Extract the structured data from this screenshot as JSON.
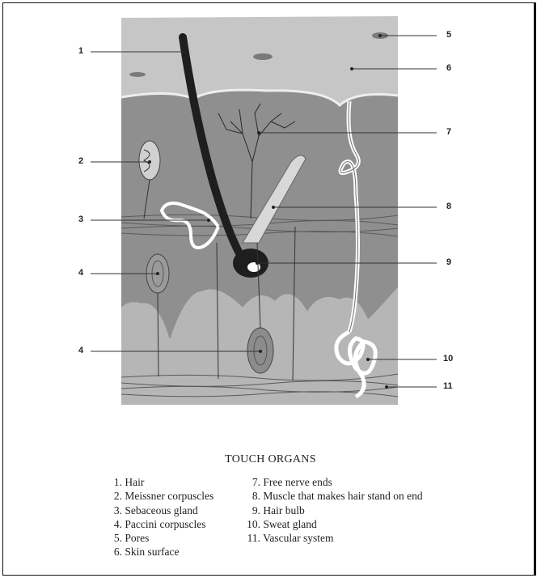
{
  "figure": {
    "title": "TOUCH ORGANS",
    "callouts": [
      "1",
      "2",
      "3",
      "4",
      "4",
      "5",
      "6",
      "7",
      "8",
      "9",
      "10",
      "11"
    ]
  },
  "legend": {
    "left": [
      {
        "num": "1.",
        "label": "Hair"
      },
      {
        "num": "2.",
        "label": "Meissner corpuscles"
      },
      {
        "num": "3.",
        "label": "Sebaceous gland"
      },
      {
        "num": "4.",
        "label": "Paccini corpuscles"
      },
      {
        "num": "5.",
        "label": "Pores"
      },
      {
        "num": "6.",
        "label": "Skin surface"
      }
    ],
    "right": [
      {
        "num": "7.",
        "label": "Free nerve ends"
      },
      {
        "num": "8.",
        "label": "Muscle that makes hair stand on end"
      },
      {
        "num": "9.",
        "label": "Hair bulb"
      },
      {
        "num": "10.",
        "label": "Sweat gland"
      },
      {
        "num": "11.",
        "label": "Vascular system"
      }
    ]
  },
  "colors": {
    "epidermis": "#bfbfbf",
    "dermis": "#909090",
    "deep": "#b4b4b4",
    "hair": "#1e1e1e",
    "gland": "#ffffff"
  }
}
